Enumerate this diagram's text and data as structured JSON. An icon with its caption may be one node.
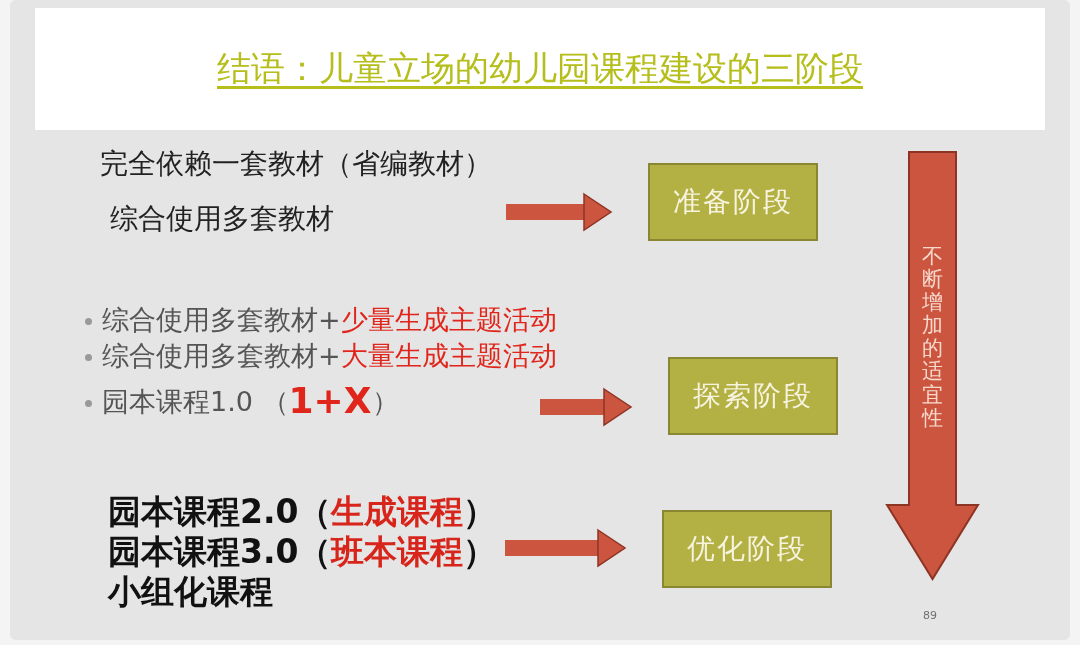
{
  "diagram": {
    "title": "结语：儿童立场的幼儿园课程建设的三阶段",
    "nodes": [
      {
        "text": [
          "完全依赖一套教材（省编教材）",
          "综合使用多套教材"
        ]
      },
      {
        "text": [
          "准备阶段"
        ]
      },
      {
        "text": [
          "综合使用多套教材+**少量生成主题活动**",
          "综合使用多套教材+**大量生成主题活动**",
          "园本课程1.0 （**1+X**）"
        ]
      },
      {
        "text": [
          "探索阶段"
        ]
      },
      {
        "text": [
          "园本课程2.0（**生成课程**）",
          "园本课程3.0（**班本课程**）",
          "小组化课程"
        ]
      },
      {
        "text": [
          "优化阶段"
        ]
      },
      {
        "text": [
          "不断增加的适宜性"
        ]
      }
    ],
    "edges": [
      {
        "from": 0,
        "to": 1,
        "arrow": "to"
      },
      {
        "from": 2,
        "to": 3,
        "arrow": "to"
      },
      {
        "from": 4,
        "to": 5,
        "arrow": "to"
      }
    ],
    "labels": [
      "89"
    ]
  }
}
